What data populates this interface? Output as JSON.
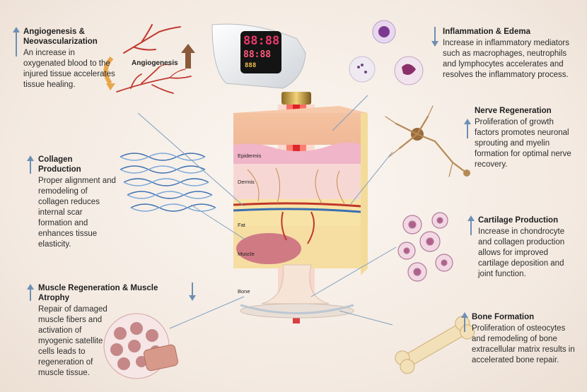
{
  "blocks": {
    "angiogenesis": {
      "title_l1": "Angiogenesis &",
      "title_l2": "Neovascularization",
      "body": "An increase in oxygenated blood to the injured tissue accelerates tissue healing."
    },
    "collagen": {
      "title": "Collagen Production",
      "body": "Proper alignment and remodeling of collagen reduces internal scar formation and enhances tissue elasticity."
    },
    "muscle": {
      "title": "Muscle Regeneration & Muscle Atrophy",
      "body": "Repair of damaged muscle fibers and activation of myogenic satellite cells leads to regeneration of muscle tissue."
    },
    "inflammation": {
      "title": "Inflammation & Edema",
      "body": "Increase in inflammatory mediators such as macrophages, neutrophils and lymphocytes accelerates and resolves the inflammatory process."
    },
    "nerve": {
      "title": "Nerve Regeneration",
      "body": "Proliferation of growth factors promotes neuronal sprouting and myelin formation for optimal nerve recovery."
    },
    "cartilage": {
      "title": "Cartilage Production",
      "body": "Increase in chondrocyte and collagen production allows for improved cartilage deposition and joint function."
    },
    "bone": {
      "title": "Bone Formation",
      "body": "Proliferation of osteocytes and remodeling of bone extracellular matrix results in accelerated bone repair."
    }
  },
  "labels": {
    "angiogenesis": "Angiogenesis",
    "epidermis": "Epidermis",
    "dermis": "Dermis",
    "fat": "Fat",
    "muscle": "Muscle",
    "bone": "Bone"
  },
  "device": {
    "display_top": "88:88",
    "display_mid": "88:88",
    "display_small": "888"
  },
  "colors": {
    "arrow": "#6d8fb3",
    "laser": "#e0201e",
    "vessel": "#c0362b"
  }
}
